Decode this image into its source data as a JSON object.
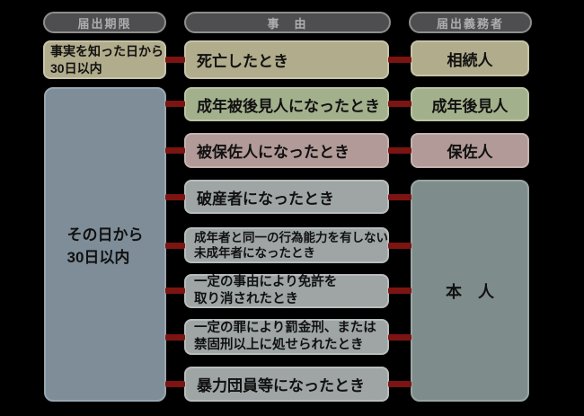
{
  "headers": {
    "deadline": "届出期限",
    "reason": "事　由",
    "obligor": "届出義務者"
  },
  "deadline_column": {
    "known_date": {
      "lines": [
        "事実を知った日から",
        "30日以内"
      ]
    },
    "same_day": {
      "lines": [
        "その日から",
        "30日以内"
      ]
    }
  },
  "reason_column": [
    {
      "lines": [
        "死亡したとき"
      ]
    },
    {
      "lines": [
        "成年被後見人になったとき"
      ]
    },
    {
      "lines": [
        "被保佐人になったとき"
      ]
    },
    {
      "lines": [
        "破産者になったとき"
      ]
    },
    {
      "lines": [
        "成年者と同一の行為能力を有しない",
        "未成年者になったとき"
      ]
    },
    {
      "lines": [
        "一定の事由により免許を",
        "取り消されたとき"
      ]
    },
    {
      "lines": [
        "一定の罪により罰金刑、または",
        "禁固刑以上に処せられたとき"
      ]
    },
    {
      "lines": [
        "暴力団員等になったとき"
      ]
    }
  ],
  "obligor_column": [
    {
      "label": "相続人"
    },
    {
      "label": "成年後見人"
    },
    {
      "label": "保佐人"
    },
    {
      "label": "本　人"
    }
  ],
  "colors": {
    "background": "#000000",
    "text": "#111111",
    "pill": {
      "bg": "#4e4e50",
      "bd": "#8e8e8e",
      "text": "#aeaeae"
    },
    "khaki": {
      "bg": "#b1ac8b",
      "bd": "#c8c4a8"
    },
    "sage": {
      "bg": "#a3b08c",
      "bd": "#bac4a3"
    },
    "mauve": {
      "bg": "#b19a97",
      "bd": "#c5b3b0"
    },
    "gray": {
      "bg": "#9ea5a4",
      "bd": "#b7bdbc"
    },
    "bluegray": {
      "bg": "#7e8d97",
      "bd": "#99a6b0"
    },
    "tealgray": {
      "bg": "#7e8d8c",
      "bd": "#99a6a4"
    },
    "connector": {
      "bg": "#7c1412"
    }
  }
}
